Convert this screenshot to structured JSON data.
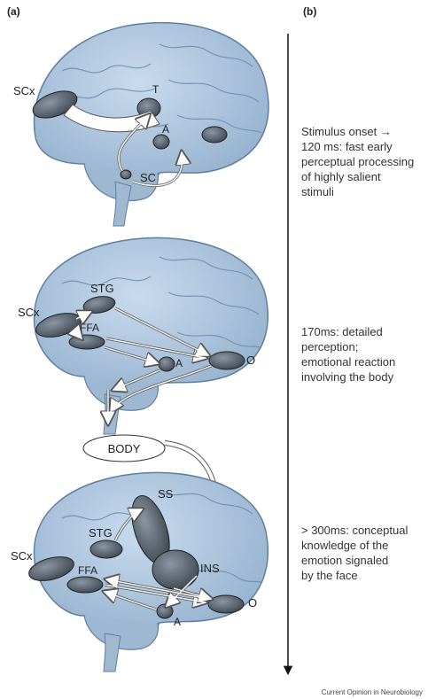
{
  "panel_labels": {
    "a": "(a)",
    "b": "(b)"
  },
  "stages": [
    {
      "text": "Stimulus onset →\n120 ms: fast early\nperceptual processing\nof highly salient\nstimuli"
    },
    {
      "text": "170ms: detailed\nperception;\nemotional reaction\ninvolving the body"
    },
    {
      "text": "> 300ms: conceptual\nknowledge of the\nemotion signaled\nby the face"
    }
  ],
  "brain1": {
    "scx": "SCx",
    "t": "T",
    "a": "A",
    "sc": "SC"
  },
  "brain2": {
    "scx": "SCx",
    "stg": "STG",
    "ffa": "FFA",
    "a": "A",
    "o": "O"
  },
  "body_label": "BODY",
  "brain3": {
    "scx": "SCx",
    "stg": "STG",
    "ffa": "FFA",
    "ss": "SS",
    "ins": "INS",
    "a": "A",
    "o": "O"
  },
  "credit": "Current Opinion in Neurobiology",
  "colors": {
    "brain_fill": "#a9c3dd",
    "brain_stroke": "#5f7f9f",
    "region_fill": "#4f5a66",
    "arrow_fill": "#ffffff"
  }
}
